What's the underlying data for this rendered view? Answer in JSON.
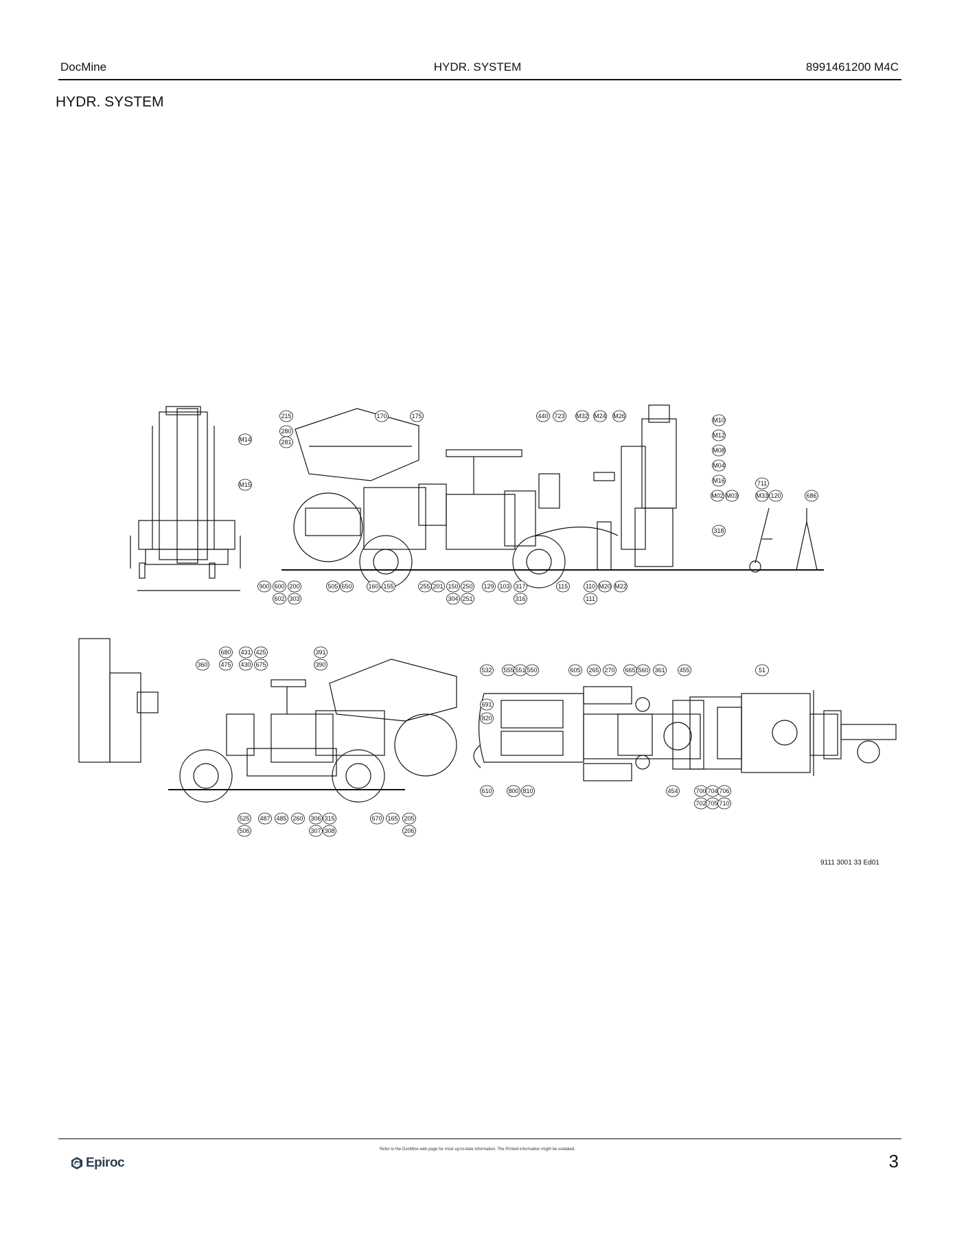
{
  "header": {
    "left": "DocMine",
    "center": "HYDR. SYSTEM",
    "right": "8991461200 M4C"
  },
  "page_title": "HYDR. SYSTEM",
  "drawing": {
    "figure_ref": "9111 3001 33 Ed01",
    "side_view_labels": [
      "215",
      "170",
      "175",
      "280",
      "281",
      "440",
      "723",
      "M32",
      "M24",
      "M26",
      "M10",
      "M12",
      "M08",
      "M04",
      "M16",
      "M02",
      "M03",
      "711",
      "M33",
      "120",
      "686",
      "318",
      "M14",
      "M15",
      "900",
      "600",
      "200",
      "602",
      "303",
      "505",
      "650",
      "160",
      "155",
      "255",
      "201",
      "150",
      "250",
      "304",
      "251",
      "129",
      "103",
      "317",
      "316",
      "115",
      "110",
      "111",
      "M20",
      "M22"
    ],
    "bottom_side_labels": [
      "680",
      "475",
      "431",
      "425",
      "430",
      "675",
      "391",
      "390",
      "360",
      "525",
      "506",
      "487",
      "485",
      "260",
      "306",
      "315",
      "307",
      "308",
      "670",
      "165",
      "205",
      "206"
    ],
    "top_view_labels": [
      "532",
      "555",
      "551",
      "550",
      "605",
      "265",
      "270",
      "665",
      "560",
      "361",
      "455",
      "51",
      "691",
      "820",
      "610",
      "800",
      "810",
      "454",
      "700",
      "704",
      "706",
      "702",
      "705",
      "710"
    ]
  },
  "footer": {
    "note": "Refer to the DocMine web page for most up-to-date information. The Printed information might be outdated.",
    "logo": "Epiroc",
    "page_number": "3"
  }
}
